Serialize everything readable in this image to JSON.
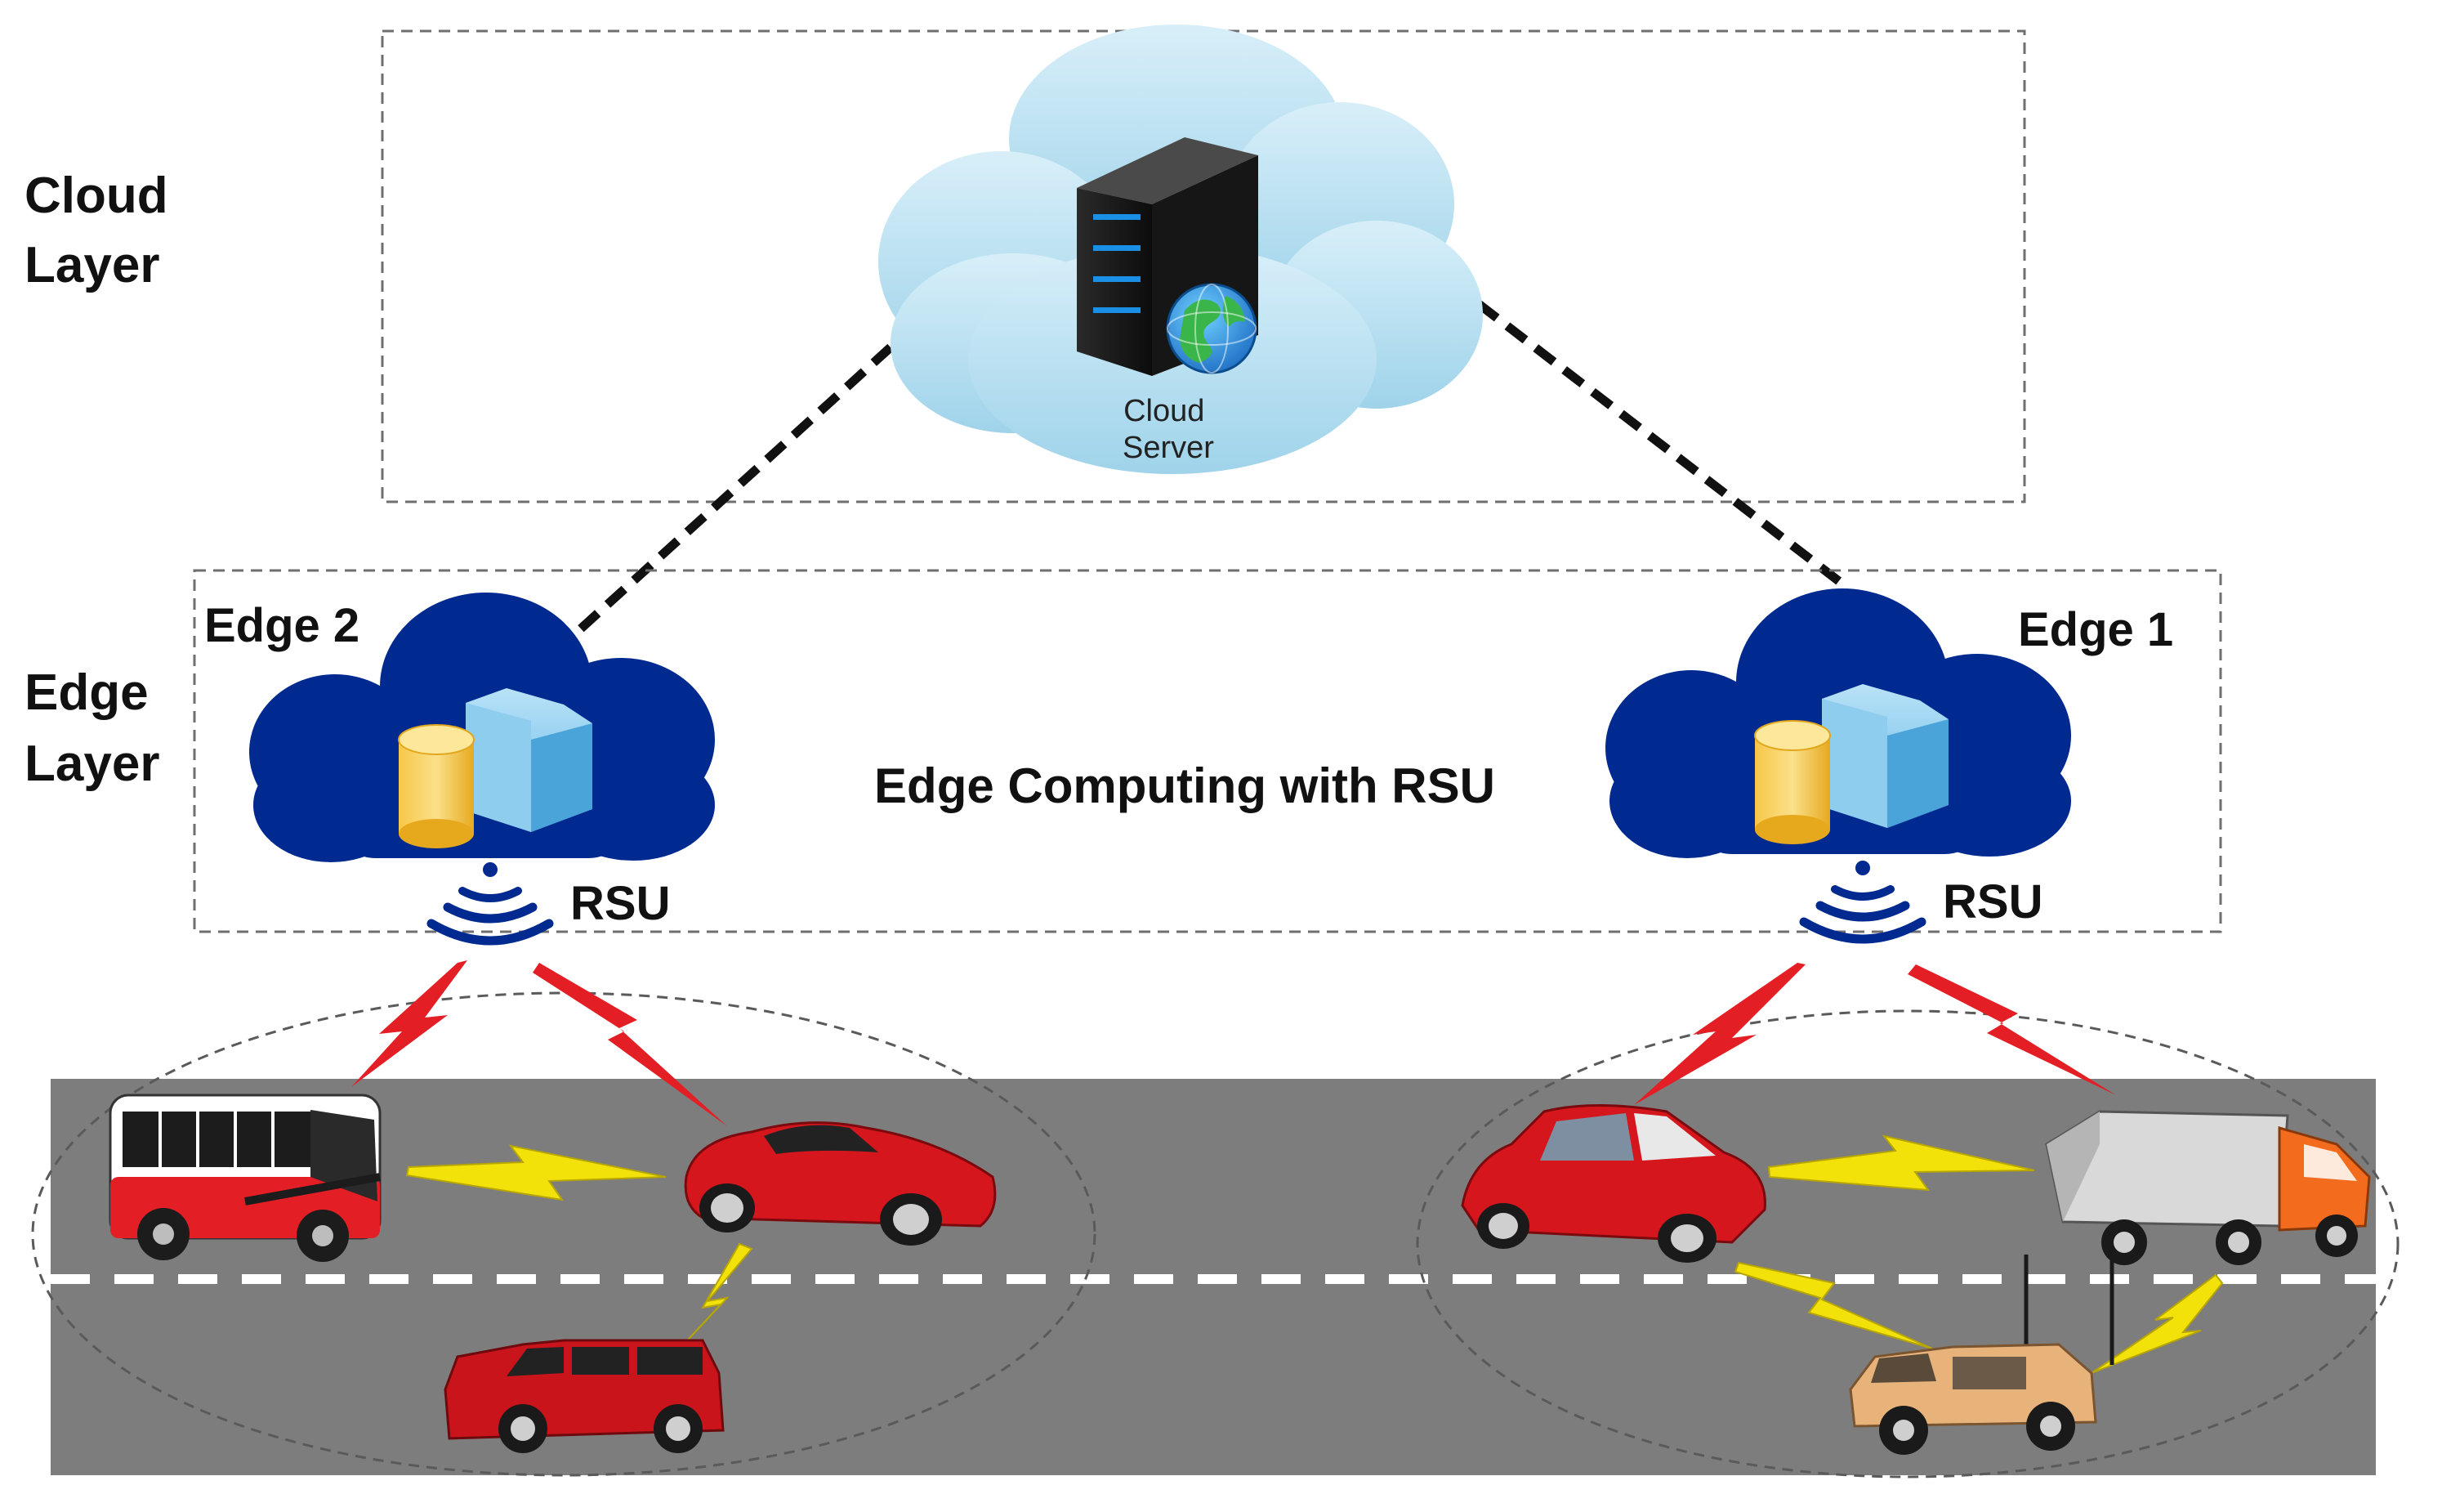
{
  "layers": {
    "cloud_label": [
      "Cloud",
      "Layer"
    ],
    "edge_label": [
      "Edge",
      "Layer"
    ]
  },
  "cloud_server": {
    "label": [
      "Cloud",
      "Server"
    ],
    "icon": "server-rack-icon"
  },
  "edge_nodes": [
    {
      "name": "Edge 2",
      "rsu_label": "RSU",
      "icon": "edge-cloud-icon"
    },
    {
      "name": "Edge 1",
      "rsu_label": "RSU",
      "icon": "edge-cloud-icon"
    }
  ],
  "edge_center_label": "Edge Computing with RSU",
  "vehicles": [
    "bus",
    "sports-car",
    "suv",
    "red-car",
    "truck",
    "military-jeep"
  ],
  "colors": {
    "edge_cloud": "#002a8f",
    "cloud_light": "#b9e1f2",
    "road": "#7d7d7d",
    "red_link": "#e31e24",
    "yellow_link": "#f2e20a",
    "dash": "#111111"
  }
}
